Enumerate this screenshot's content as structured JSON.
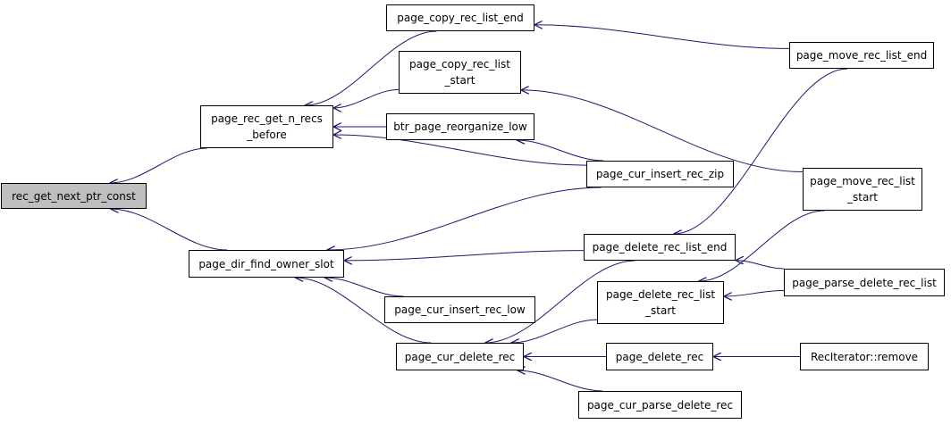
{
  "colors": {
    "edge": "#191970",
    "root_fill": "#bfbfbf",
    "node_fill": "#ffffff",
    "border": "#000000"
  },
  "nodes": {
    "rec_get_next_ptr_const": {
      "lines": [
        "rec_get_next_ptr_const"
      ]
    },
    "page_rec_get_n_recs_before": {
      "lines": [
        "page_rec_get_n_recs",
        "_before"
      ]
    },
    "page_dir_find_owner_slot": {
      "lines": [
        "page_dir_find_owner_slot"
      ]
    },
    "page_copy_rec_list_end": {
      "lines": [
        "page_copy_rec_list_end"
      ]
    },
    "page_copy_rec_list_start": {
      "lines": [
        "page_copy_rec_list",
        "_start"
      ]
    },
    "btr_page_reorganize_low": {
      "lines": [
        "btr_page_reorganize_low"
      ]
    },
    "page_cur_insert_rec_zip": {
      "lines": [
        "page_cur_insert_rec_zip"
      ]
    },
    "page_cur_insert_rec_low": {
      "lines": [
        "page_cur_insert_rec_low"
      ]
    },
    "page_cur_delete_rec": {
      "lines": [
        "page_cur_delete_rec"
      ]
    },
    "page_delete_rec_list_end": {
      "lines": [
        "page_delete_rec_list_end"
      ]
    },
    "page_delete_rec_list_start": {
      "lines": [
        "page_delete_rec_list",
        "_start"
      ]
    },
    "page_delete_rec": {
      "lines": [
        "page_delete_rec"
      ]
    },
    "page_cur_parse_delete_rec": {
      "lines": [
        "page_cur_parse_delete_rec"
      ]
    },
    "page_move_rec_list_end": {
      "lines": [
        "page_move_rec_list_end"
      ]
    },
    "page_move_rec_list_start": {
      "lines": [
        "page_move_rec_list",
        "_start"
      ]
    },
    "page_parse_delete_rec_list": {
      "lines": [
        "page_parse_delete_rec_list"
      ]
    },
    "RecIterator_remove": {
      "lines": [
        "RecIterator::remove"
      ]
    }
  },
  "edges": [
    {
      "from": "page_rec_get_n_recs_before",
      "to": "rec_get_next_ptr_const"
    },
    {
      "from": "page_dir_find_owner_slot",
      "to": "rec_get_next_ptr_const"
    },
    {
      "from": "page_copy_rec_list_end",
      "to": "page_rec_get_n_recs_before"
    },
    {
      "from": "page_copy_rec_list_start",
      "to": "page_rec_get_n_recs_before"
    },
    {
      "from": "btr_page_reorganize_low",
      "to": "page_rec_get_n_recs_before"
    },
    {
      "from": "page_cur_insert_rec_zip",
      "to": "page_rec_get_n_recs_before"
    },
    {
      "from": "page_cur_insert_rec_zip",
      "to": "page_dir_find_owner_slot"
    },
    {
      "from": "page_delete_rec_list_end",
      "to": "page_dir_find_owner_slot"
    },
    {
      "from": "page_cur_insert_rec_low",
      "to": "page_dir_find_owner_slot"
    },
    {
      "from": "page_cur_delete_rec",
      "to": "page_dir_find_owner_slot"
    },
    {
      "from": "page_move_rec_list_end",
      "to": "page_copy_rec_list_end"
    },
    {
      "from": "page_move_rec_list_start",
      "to": "page_copy_rec_list_start"
    },
    {
      "from": "page_cur_insert_rec_zip",
      "to": "btr_page_reorganize_low"
    },
    {
      "from": "page_move_rec_list_end",
      "to": "page_delete_rec_list_end"
    },
    {
      "from": "page_parse_delete_rec_list",
      "to": "page_delete_rec_list_end"
    },
    {
      "from": "page_move_rec_list_start",
      "to": "page_delete_rec_list_start"
    },
    {
      "from": "page_parse_delete_rec_list",
      "to": "page_delete_rec_list_start"
    },
    {
      "from": "page_delete_rec_list_end",
      "to": "page_cur_delete_rec"
    },
    {
      "from": "page_delete_rec_list_start",
      "to": "page_cur_delete_rec"
    },
    {
      "from": "page_delete_rec",
      "to": "page_cur_delete_rec"
    },
    {
      "from": "page_cur_parse_delete_rec",
      "to": "page_cur_delete_rec"
    },
    {
      "from": "RecIterator_remove",
      "to": "page_delete_rec"
    }
  ]
}
